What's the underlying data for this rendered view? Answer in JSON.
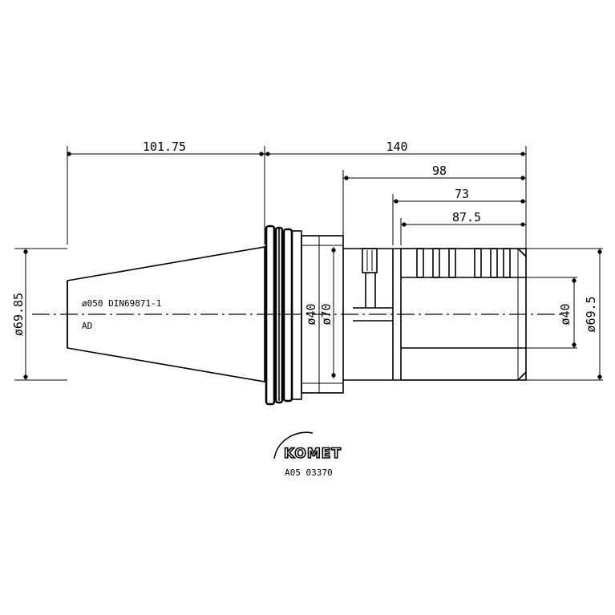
{
  "dimensions": {
    "d1": "101.75",
    "d2": "140",
    "d3": "98",
    "d4": "73",
    "d5": "87.5",
    "dia_left": "ø69.85",
    "dia_flange_a": "ø40",
    "dia_flange_b": "ø70",
    "dia_bore": "ø40",
    "dia_body": "ø69.5"
  },
  "taper_labels": {
    "line1": "ø050 DIN69871-1",
    "line2": "AD"
  },
  "logo": {
    "brand": "KOMET",
    "code": "A05 03370"
  }
}
